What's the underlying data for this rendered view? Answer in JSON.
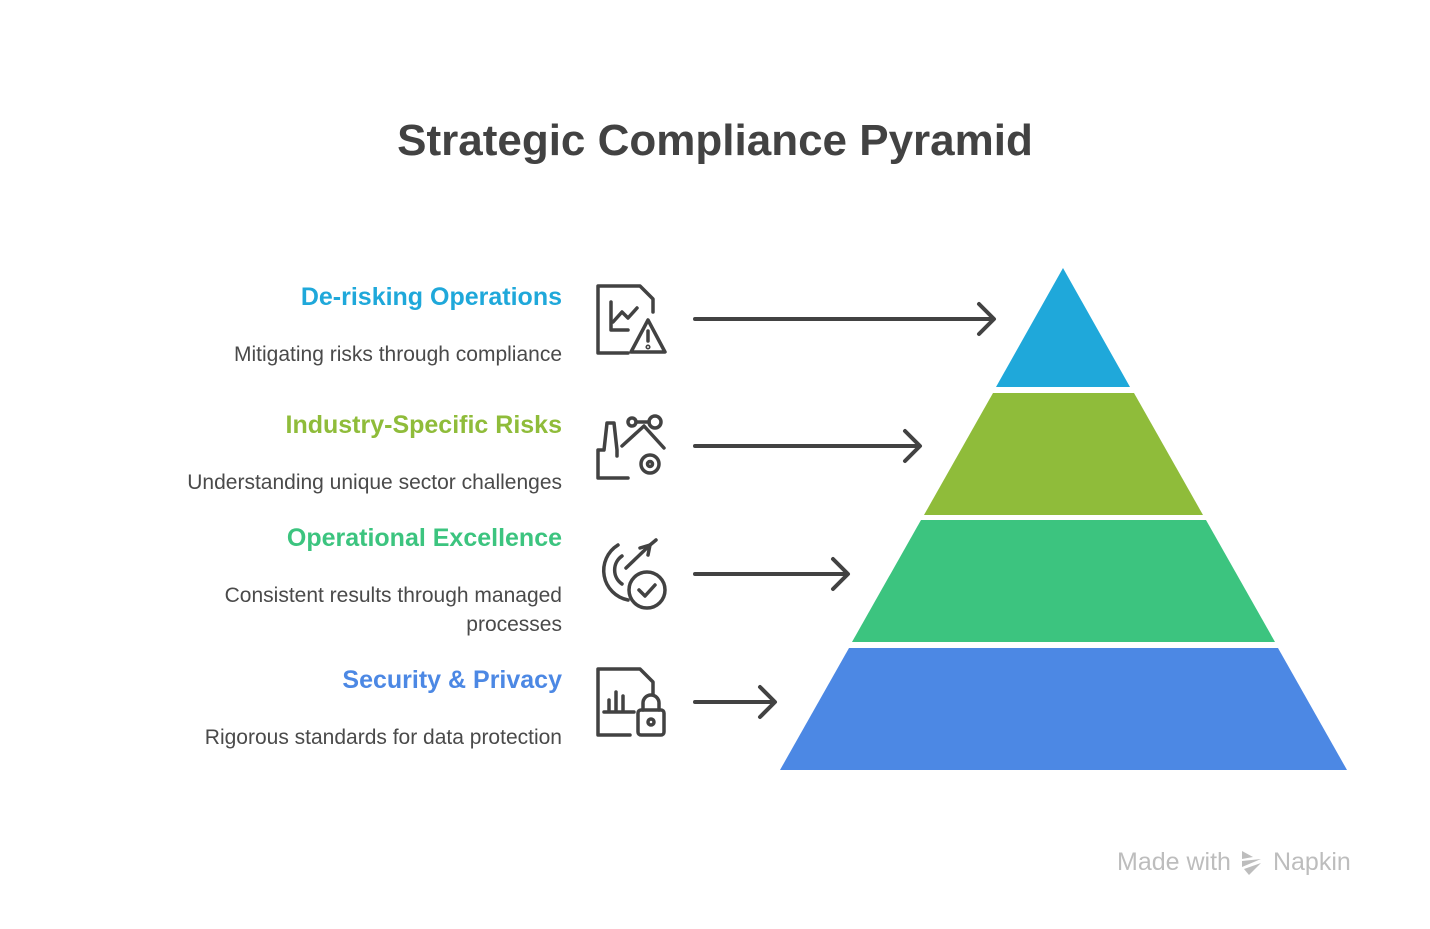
{
  "title": "Strategic Compliance Pyramid",
  "levels": [
    {
      "title": "De-risking Operations",
      "description": "Mitigating risks through compliance",
      "color": "#1FA8DA",
      "icon": "chart-warning-icon"
    },
    {
      "title": "Industry-Specific Risks",
      "description": "Understanding unique sector challenges",
      "color": "#8FBC3A",
      "icon": "factory-gear-icon"
    },
    {
      "title": "Operational Excellence",
      "description": "Consistent results through managed processes",
      "color": "#3CC47F",
      "icon": "target-check-icon"
    },
    {
      "title": "Security & Privacy",
      "description": "Rigorous standards for data protection",
      "color": "#4C88E4",
      "icon": "document-lock-icon"
    }
  ],
  "footer": {
    "made_with": "Made with",
    "brand": "Napkin"
  }
}
